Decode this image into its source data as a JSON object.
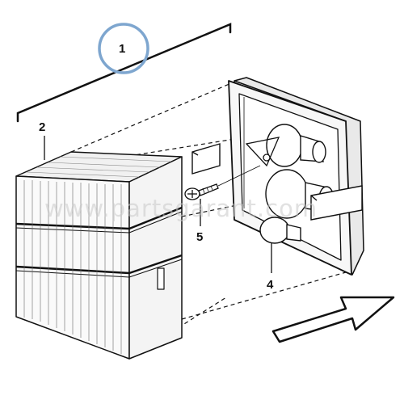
{
  "callouts": {
    "assembly": "1",
    "lens_cover": "2",
    "bulbs": "4",
    "screw": "5"
  },
  "watermark": "www.partsgarant.com",
  "colors": {
    "line": "#111111",
    "highlight_circle": "#7ea6cf",
    "watermark": "#c8c8c8"
  },
  "icons": {
    "arrow": "direction-arrow-icon"
  }
}
